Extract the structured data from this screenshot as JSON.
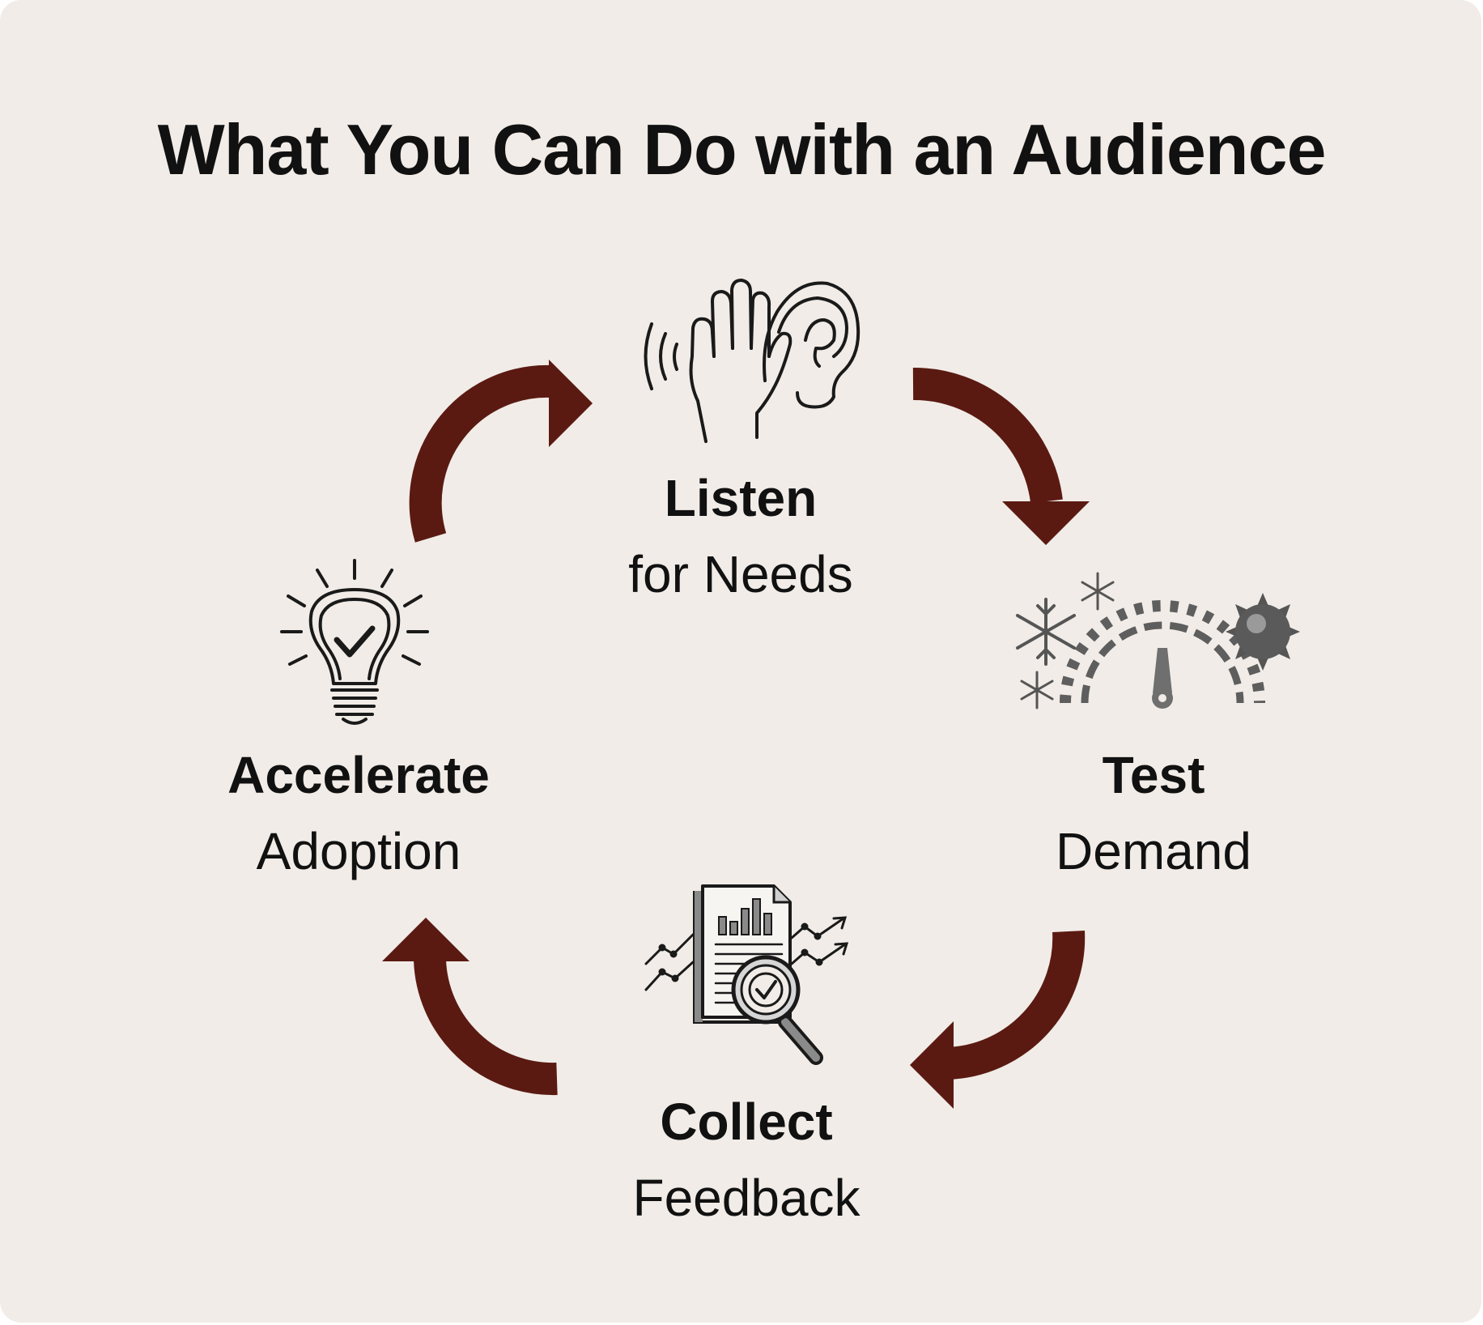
{
  "title": "What You Can Do with an Audience",
  "colors": {
    "background": "#f1ece7",
    "arrow": "#5a1a12",
    "ink": "#111111",
    "icon_gray": "#6b6b6b"
  },
  "steps": [
    {
      "bold": "Listen",
      "light": "for Needs",
      "icon": "listening-ear-hand-icon"
    },
    {
      "bold": "Test",
      "light": "Demand",
      "icon": "temperature-gauge-icon"
    },
    {
      "bold": "Collect",
      "light": "Feedback",
      "icon": "report-magnifier-icon"
    },
    {
      "bold": "Accelerate",
      "light": "Adoption",
      "icon": "lightbulb-check-icon"
    }
  ]
}
